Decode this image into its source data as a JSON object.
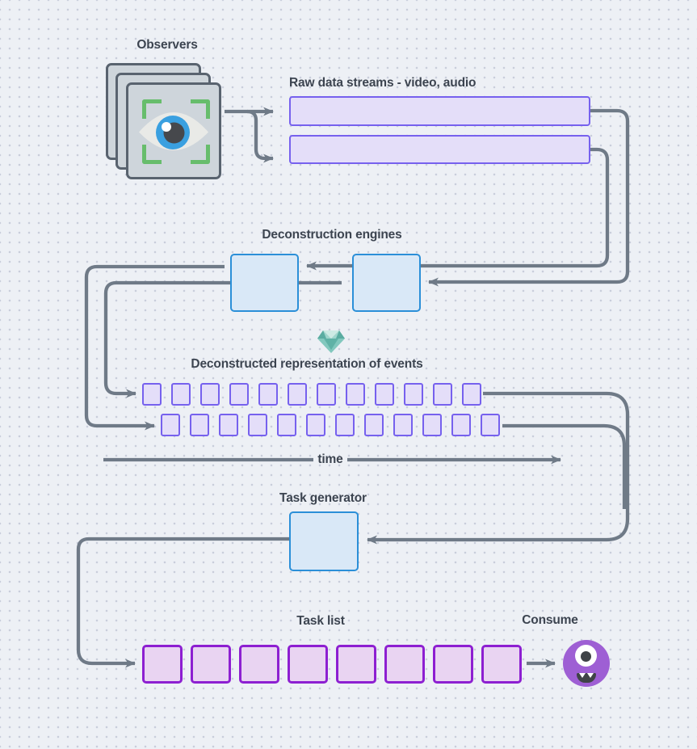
{
  "diagram": {
    "observers": {
      "label": "Observers",
      "card_count": 3
    },
    "streams": {
      "label": "Raw data streams - video, audio",
      "count": 2
    },
    "engines": {
      "label": "Deconstruction engines",
      "count": 2
    },
    "events": {
      "label": "Deconstructed representation of events",
      "row1_count": 12,
      "row2_count": 12
    },
    "timeline": {
      "label": "time"
    },
    "task_generator": {
      "label": "Task generator"
    },
    "task_list": {
      "label": "Task list",
      "count": 8
    },
    "consume": {
      "label": "Consume"
    }
  },
  "icons": {
    "observer": "eye-scan-icon",
    "gem": "gem-icon",
    "consumer": "monster-icon"
  },
  "colors": {
    "background": "#edf0f5",
    "dots": "#c9cedb",
    "connector": "#6f7a87",
    "text": "#3c4450",
    "stream_fill": "#e4def9",
    "stream_border": "#7661ee",
    "engine_fill": "#d9e8f7",
    "engine_border": "#2b8fd8",
    "event_fill": "#e4def9",
    "event_border": "#7661ee",
    "task_fill": "#e9d4f2",
    "task_border": "#8d1fd1",
    "card_fill": "#ced5db",
    "card_border": "#59636f",
    "bracket_green": "#67bd6c",
    "iris_blue": "#3aa0e0",
    "monster_purple": "#9e5fd4"
  }
}
